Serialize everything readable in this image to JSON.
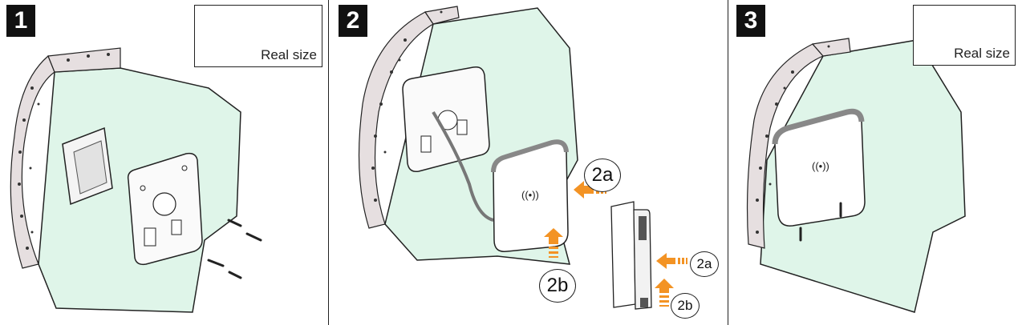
{
  "steps": [
    {
      "number": "1",
      "screw_caption": "Real size"
    },
    {
      "number": "2"
    },
    {
      "number": "3",
      "screw_caption": "Real size"
    }
  ],
  "callouts": {
    "a": "2a",
    "b": "2b"
  },
  "colors": {
    "wall_fill": "#dff5e9",
    "brick": "#e6dfe0",
    "arrow": "#f39324",
    "reader_edge": "#888888",
    "badge": "#111111"
  },
  "icons": [
    "wall-brick-icon",
    "mounting-plate-icon",
    "wall-box-icon",
    "screw-icon",
    "nfc-reader-icon",
    "contactless-symbol-icon",
    "orange-arrow-icon"
  ]
}
